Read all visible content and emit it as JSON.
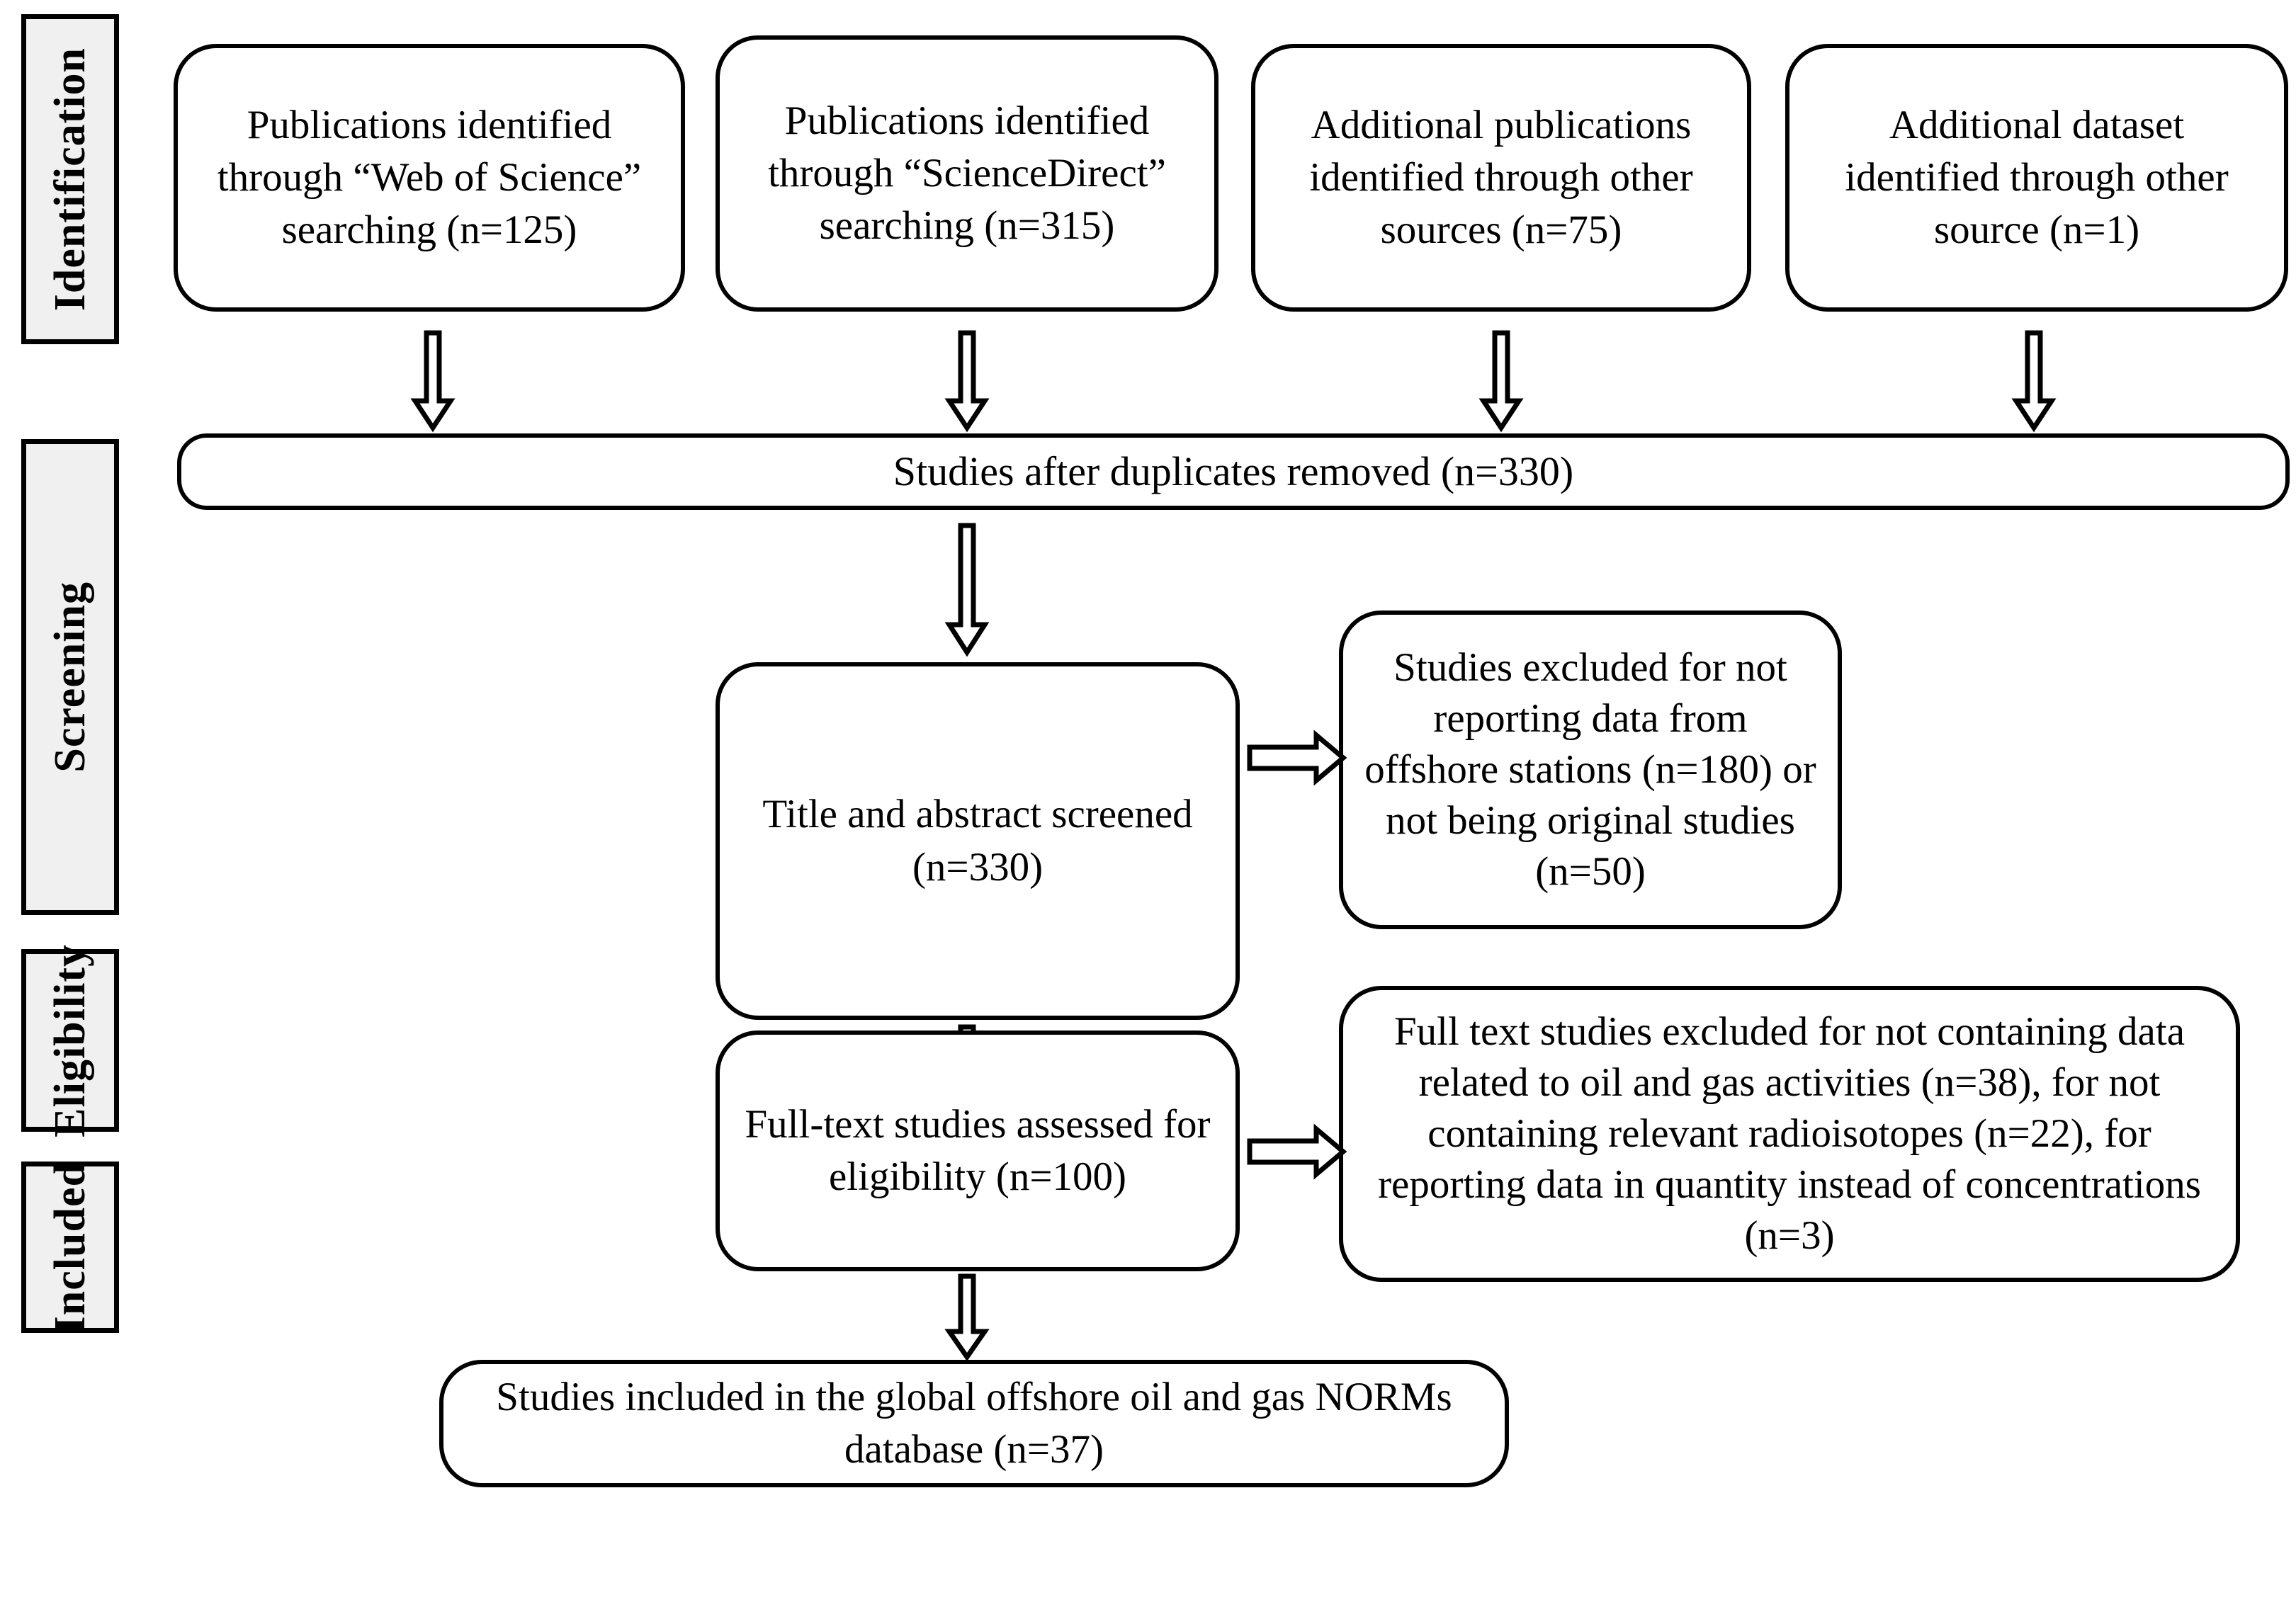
{
  "diagram": {
    "type": "PRISMA flow diagram",
    "stages": [
      {
        "id": "identification",
        "label": "Identification"
      },
      {
        "id": "screening",
        "label": "Screening"
      },
      {
        "id": "eligibility",
        "label": "Eligibility"
      },
      {
        "id": "included",
        "label": "Included"
      }
    ],
    "boxes": {
      "source_web_of_science": {
        "text": "Publications identified through “Web of Science” searching (n=125)",
        "count": 125
      },
      "source_sciencedirect": {
        "text": "Publications identified through “ScienceDirect” searching (n=315)",
        "count": 315
      },
      "source_other_publications": {
        "text": "Additional publications identified through other sources (n=75)",
        "count": 75
      },
      "source_other_dataset": {
        "text": "Additional dataset identified through other source (n=1)",
        "count": 1
      },
      "duplicates_removed": {
        "text": "Studies after duplicates removed (n=330)",
        "count": 330
      },
      "title_abstract_screened": {
        "text": "Title and abstract screened (n=330)",
        "count": 330
      },
      "screening_excluded": {
        "text": "Studies excluded for not reporting data from offshore stations (n=180) or not being original studies (n=50)",
        "counts": [
          180,
          50
        ]
      },
      "fulltext_assessed": {
        "text": "Full-text studies assessed for eligibility (n=100)",
        "count": 100
      },
      "fulltext_excluded": {
        "text": "Full text studies excluded for not containing data related to oil and gas activities (n=38), for not containing relevant radioisotopes (n=22), for reporting data in quantity instead of concentrations (n=3)",
        "counts": [
          38,
          22,
          3
        ]
      },
      "included_final": {
        "text": "Studies included in the global offshore oil and gas NORMs database (n=37)",
        "count": 37
      }
    },
    "connectors": [
      {
        "id": "arrow-wos-to-duplicates",
        "direction": "down"
      },
      {
        "id": "arrow-sciencedirect-to-duplicates",
        "direction": "down"
      },
      {
        "id": "arrow-othersources-to-duplicates",
        "direction": "down"
      },
      {
        "id": "arrow-otherdataset-to-duplicates",
        "direction": "down"
      },
      {
        "id": "arrow-duplicates-to-screened",
        "direction": "down"
      },
      {
        "id": "arrow-screened-to-excluded",
        "direction": "right"
      },
      {
        "id": "arrow-screened-to-fulltext",
        "direction": "down"
      },
      {
        "id": "arrow-fulltext-to-excluded",
        "direction": "right"
      },
      {
        "id": "arrow-fulltext-to-included",
        "direction": "down"
      }
    ],
    "colors": {
      "line": "#000000",
      "box_fill": "#ffffff",
      "stage_fill": "#f0f0f0"
    }
  }
}
